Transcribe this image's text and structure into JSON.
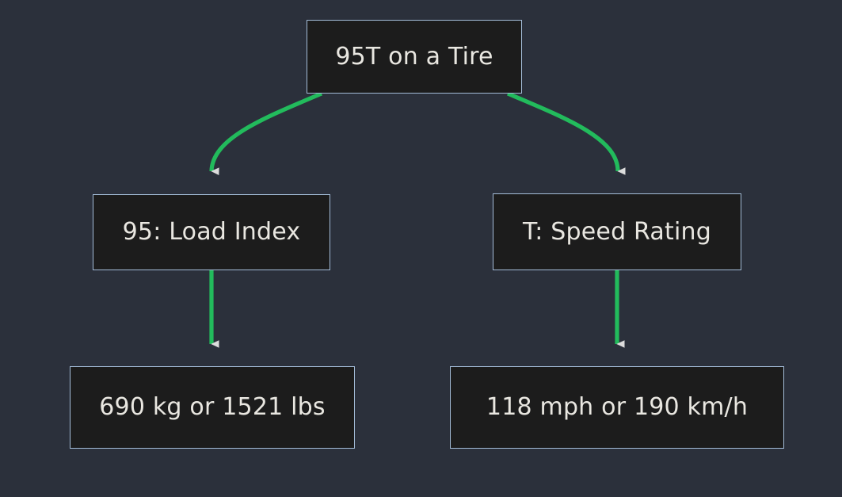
{
  "diagram": {
    "type": "flowchart",
    "title": "95T on a Tire",
    "background_color": "#2b303b",
    "node_fill_color": "#1c1c1c",
    "node_border_color": "#a3bcd8",
    "node_text_color": "#e9e7e1",
    "edge_color": "#22bb5c",
    "arrowhead_color": "#dcdcdc",
    "nodes": [
      {
        "id": "root",
        "label": "95T on a Tire"
      },
      {
        "id": "load",
        "label": "95: Load Index"
      },
      {
        "id": "speed",
        "label": "T: Speed Rating"
      },
      {
        "id": "loadval",
        "label": "690 kg or 1521 lbs"
      },
      {
        "id": "speedval",
        "label": "118 mph or 190 km/h"
      }
    ],
    "edges": [
      {
        "from": "root",
        "to": "load",
        "style": "curved"
      },
      {
        "from": "root",
        "to": "speed",
        "style": "curved"
      },
      {
        "from": "load",
        "to": "loadval",
        "style": "straight"
      },
      {
        "from": "speed",
        "to": "speedval",
        "style": "straight"
      }
    ]
  }
}
